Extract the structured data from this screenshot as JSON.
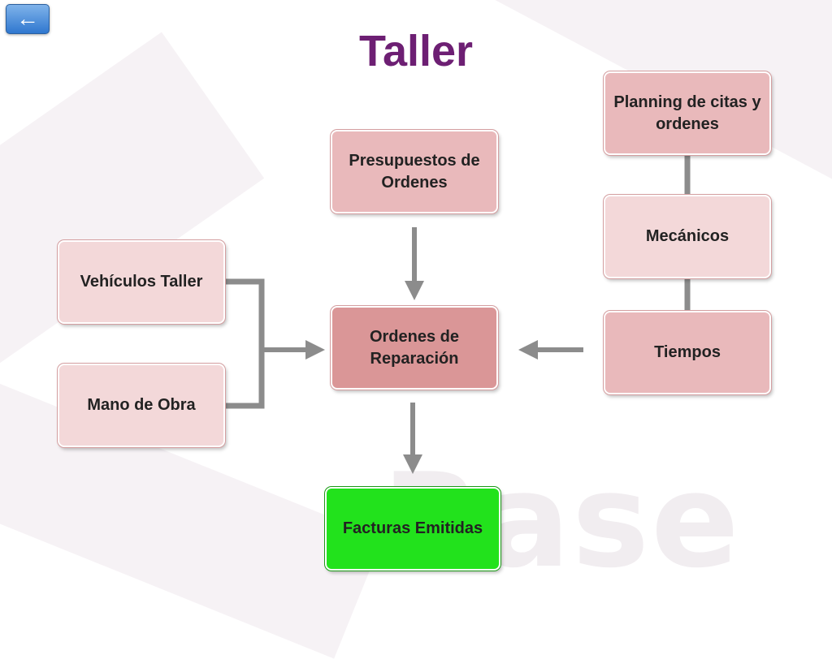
{
  "header": {
    "back_icon": "←",
    "title": "Taller"
  },
  "watermark": "Base",
  "nodes": {
    "planning": "Planning de citas y ordenes",
    "presupuestos": "Presupuestos de Ordenes",
    "mecanicos": "Mecánicos",
    "vehiculos": "Vehículos Taller",
    "ordenes": "Ordenes de Reparación",
    "tiempos": "Tiempos",
    "mano_obra": "Mano de Obra",
    "facturas": "Facturas Emitidas"
  },
  "colors": {
    "title": "#6d1f73",
    "node_light": "#f3d8d9",
    "node_mid": "#e9b9bb",
    "node_central": "#da9697",
    "node_output": "#22e21c",
    "connector": "#8c8c8c"
  }
}
